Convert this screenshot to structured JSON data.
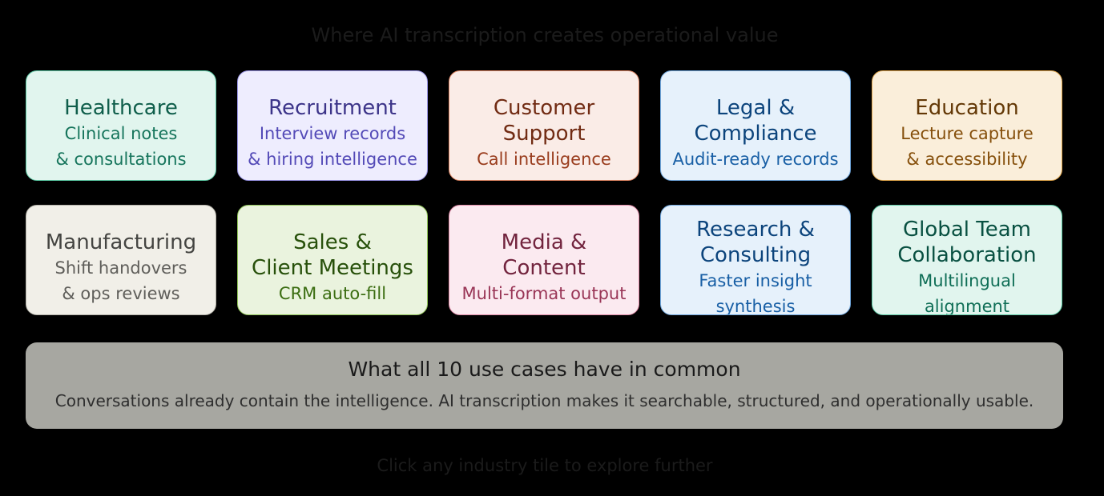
{
  "title": "Where AI transcription creates operational value",
  "tiles": [
    {
      "name": "Healthcare",
      "sub": "Clinical notes\n& consultations",
      "bg": "#e1f5ee",
      "border": "#5dcaa5",
      "name_color": "#0f5e4b",
      "sub_color": "#16755c"
    },
    {
      "name": "Recruitment",
      "sub": "Interview records\n& hiring intelligence",
      "bg": "#eeedfe",
      "border": "#9a95e6",
      "name_color": "#3c3489",
      "sub_color": "#534ab7"
    },
    {
      "name": "Customer\nSupport",
      "sub": "Call intelligence",
      "bg": "#faece7",
      "border": "#e08765",
      "name_color": "#712b13",
      "sub_color": "#993c1d"
    },
    {
      "name": "Legal &\nCompliance",
      "sub": "Audit-ready records",
      "bg": "#e6f1fb",
      "border": "#6fa6dc",
      "name_color": "#0c447c",
      "sub_color": "#185fa5"
    },
    {
      "name": "Education",
      "sub": "Lecture capture\n& accessibility",
      "bg": "#faeeda",
      "border": "#e1a74d",
      "name_color": "#633806",
      "sub_color": "#854f0b"
    },
    {
      "name": "Manufacturing",
      "sub": "Shift handovers\n& ops reviews",
      "bg": "#f1efe8",
      "border": "#b4b2a9",
      "name_color": "#444441",
      "sub_color": "#5f5e5a"
    },
    {
      "name": "Sales &\nClient Meetings",
      "sub": "CRM auto-fill",
      "bg": "#eaf3de",
      "border": "#8fc357",
      "name_color": "#27500a",
      "sub_color": "#3b6d11"
    },
    {
      "name": "Media &\nContent",
      "sub": "Multi-format output",
      "bg": "#fbeaf0",
      "border": "#df8aa7",
      "name_color": "#72243e",
      "sub_color": "#993556"
    },
    {
      "name": "Research &\nConsulting",
      "sub": "Faster insight\nsynthesis",
      "bg": "#e6f1fb",
      "border": "#6fa6dc",
      "name_color": "#0c447c",
      "sub_color": "#185fa5"
    },
    {
      "name": "Global Team\nCollaboration",
      "sub": "Multilingual\nalignment",
      "bg": "#e1f5ee",
      "border": "#5dcaa5",
      "name_color": "#085041",
      "sub_color": "#0f6e56"
    }
  ],
  "summary": {
    "title": "What all 10 use cases have in common",
    "body": "Conversations already contain the intelligence. AI transcription makes it searchable, structured, and operationally usable."
  },
  "hint": "Click any industry tile to explore further"
}
